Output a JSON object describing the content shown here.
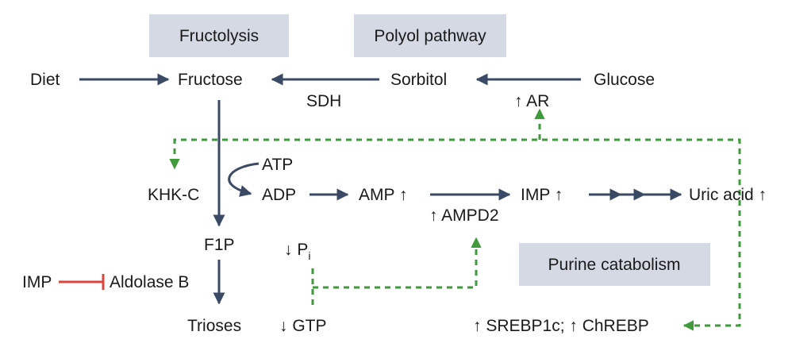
{
  "boxes": {
    "fructolysis": "Fructolysis",
    "polyol": "Polyol pathway",
    "purine": "Purine catabolism"
  },
  "nodes": {
    "diet": "Diet",
    "fructose": "Fructose",
    "sorbitol": "Sorbitol",
    "glucose": "Glucose",
    "sdh": "SDH",
    "ar": "↑ AR",
    "atp": "ATP",
    "adp": "ADP",
    "khk": "KHK-C",
    "amp": "AMP ↑",
    "imp_mid": "IMP ↑",
    "uric": "Uric acid ↑",
    "ampd2": "↑ AMPD2",
    "f1p": "F1P",
    "pi": "↓ P",
    "pi_sub": "i",
    "imp_left": "IMP",
    "aldolase": "Aldolase B",
    "trioses": "Trioses",
    "gtp": "↓ GTP",
    "srebp": "↑ SREBP1c; ↑ ChREBP"
  },
  "colors": {
    "arrow": "#3b4a64",
    "dashed": "#3f9a3c",
    "inhibit": "#d9453d",
    "box": "#d4d9e3",
    "text": "#1a1a1a"
  }
}
